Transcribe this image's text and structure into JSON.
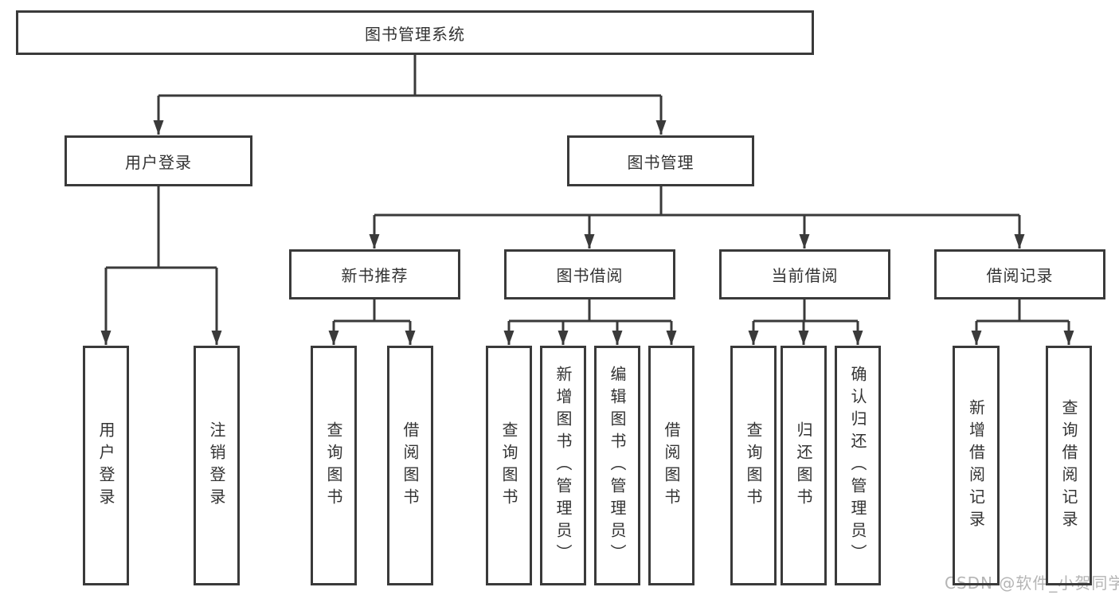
{
  "diagram": {
    "type": "tree",
    "root": {
      "label": "图书管理系统",
      "children": [
        {
          "label": "用户登录",
          "children": [
            {
              "label": "用户登录"
            },
            {
              "label": "注销登录"
            }
          ]
        },
        {
          "label": "图书管理",
          "children": [
            {
              "label": "新书推荐",
              "children": [
                {
                  "label": "查询图书"
                },
                {
                  "label": "借阅图书"
                }
              ]
            },
            {
              "label": "图书借阅",
              "children": [
                {
                  "label": "查询图书"
                },
                {
                  "label": "新增图书（管理员）"
                },
                {
                  "label": "编辑图书（管理员）"
                },
                {
                  "label": "借阅图书"
                }
              ]
            },
            {
              "label": "当前借阅",
              "children": [
                {
                  "label": "查询图书"
                },
                {
                  "label": "归还图书"
                },
                {
                  "label": "确认归还（管理员）"
                }
              ]
            },
            {
              "label": "借阅记录",
              "children": [
                {
                  "label": "新增借阅记录"
                },
                {
                  "label": "查询借阅记录"
                }
              ]
            }
          ]
        }
      ]
    }
  },
  "watermark": {
    "text": "CSDN @软件_小贺同学"
  },
  "colors": {
    "line": "#3a3a3a",
    "box_border": "#3a3a3a",
    "text": "#333333",
    "watermark": "#b5b5b5",
    "background": "#ffffff"
  }
}
